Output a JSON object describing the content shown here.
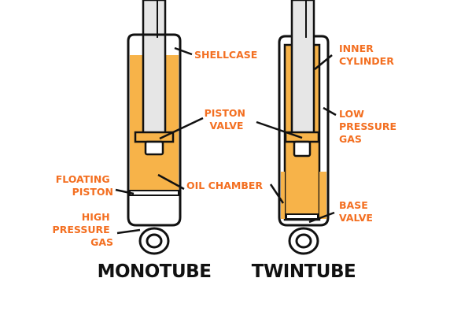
{
  "colors": {
    "oil": "#f7b349",
    "outline": "#111111",
    "rod": "#e6e6e6",
    "label": "#f36f21",
    "title": "#111111"
  },
  "monotube": {
    "title": "MONOTUBE",
    "labels": {
      "shellcase": "SHELLCASE",
      "piston_valve": [
        "PISTON",
        "VALVE"
      ],
      "floating_piston": [
        "FLOATING",
        "PISTON"
      ],
      "oil_chamber": "OIL CHAMBER",
      "high_pressure_gas": [
        "HIGH",
        "PRESSURE",
        "GAS"
      ]
    }
  },
  "twintube": {
    "title": "TWINTUBE",
    "labels": {
      "inner_cylinder": [
        "INNER",
        "CYLINDER"
      ],
      "low_pressure_gas": [
        "LOW",
        "PRESSURE",
        "GAS"
      ],
      "base_valve": [
        "BASE",
        "VALVE"
      ]
    }
  }
}
